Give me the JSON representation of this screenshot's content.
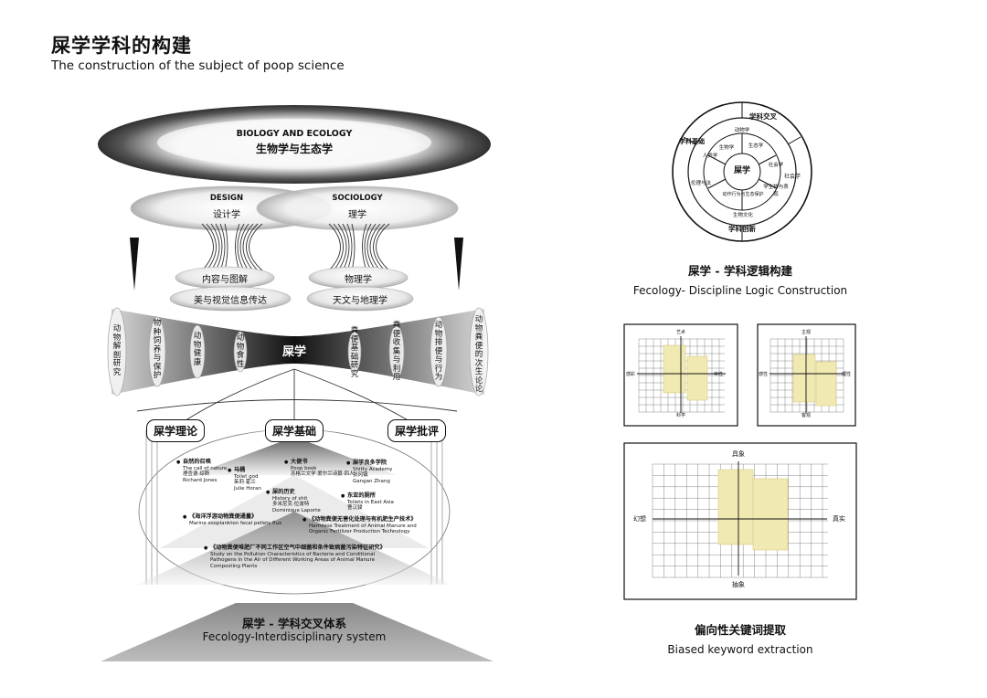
{
  "header": {
    "title_cn": "屎学学科的构建",
    "title_en": "The construction of the subject of poop science"
  },
  "left_diagram": {
    "top_ellipse": {
      "en": "BIOLOGY AND ECOLOGY",
      "cn": "生物学与生态学"
    },
    "design": {
      "en": "DESIGN",
      "cn": "设计学"
    },
    "sociology": {
      "en": "SOCIOLOGY",
      "cn": "理学"
    },
    "design_sub": [
      "内容与图解",
      "美与视觉信息传达"
    ],
    "sociology_sub": [
      "物理学",
      "天文与地理学"
    ],
    "center": "屎学",
    "band_left": [
      "动物解剖研究",
      "物种饲养与保护",
      "动物健康",
      "动物食性"
    ],
    "band_right": [
      "粪便基础研究",
      "粪便收集与利用",
      "动物排便与行为",
      "动物粪便的次生论论"
    ],
    "branches": [
      "屎学理论",
      "屎学基础",
      "屎学批评"
    ],
    "items": [
      {
        "cn": "自然的召唤",
        "en": "The call of nature",
        "sub": "理查德·琼斯",
        "sub_en": "Richard Jones"
      },
      {
        "cn": "马桶",
        "en": "Toilet god",
        "sub": "茱莉·霍兰",
        "sub_en": "Julie Horan"
      },
      {
        "cn": "大便书",
        "en": "Poop book",
        "sub": "苏格兰文学·爱尔兰诗篇·四人",
        "sub_en": ""
      },
      {
        "cn": "屎学良多学院",
        "en": "Shitty Academy",
        "sub": "张冈镇",
        "sub_en": "Gangan Zhang"
      },
      {
        "cn": "屎的历史",
        "en": "History of shit",
        "sub": "多米尼克·拉波特",
        "sub_en": "Dominique Laporte"
      },
      {
        "cn": "东亚的厕所",
        "en": "Toilets in East Asia",
        "sub": "曹汉骏",
        "sub_en": ""
      },
      {
        "cn": "《海洋浮游动物粪便通量》",
        "en": "Marine zooplankton fecal pellets flux",
        "sub": "",
        "sub_en": ""
      },
      {
        "cn": "《动物粪便无害化处理与有机肥生产技术》",
        "en": "Harmless Treatment of Animal Manure and Organic Fertilizer Production Technology",
        "sub": "",
        "sub_en": ""
      },
      {
        "cn": "《动物粪便堆肥厂不同工作区空气中细菌和条件致病菌污染特征研究》",
        "en": "Study on the Pollution Characteristics of Bacteria and Conditional Pathogens in the Air of Different Working Areas of Animal Manure Composting Plants",
        "sub": "",
        "sub_en": ""
      }
    ],
    "bottom_cn": "屎学 - 学科交叉体系",
    "bottom_en": "Fecology-Interdisciplinary system"
  },
  "logic_circle": {
    "center": "屎学",
    "outer": [
      "学科交叉",
      "学科基础",
      "学科创新",
      "社会学"
    ],
    "inner": [
      "动物学",
      "生态学",
      "人类学",
      "生物学",
      "社会学",
      "动作行为与生态保护",
      "生物文化",
      "伦理与法",
      "学生物与表现"
    ],
    "caption_cn": "屎学 - 学科逻辑构建",
    "caption_en": "Fecology- Discipline Logic Construction"
  },
  "small_charts": [
    {
      "top": "艺术",
      "bottom": "科学",
      "left": "感彩",
      "right": "中性"
    },
    {
      "top": "主观",
      "bottom": "客观",
      "left": "感性",
      "right": "理性"
    }
  ],
  "big_chart": {
    "top": "具象",
    "bottom": "抽象",
    "left": "幻想",
    "right": "真实"
  },
  "bias_caption_cn": "偏向性关键词提取",
  "bias_caption_en": "Biased keyword extraction",
  "colors": {
    "note": "#f1e9b2",
    "note_edge": "#d8cc86",
    "grid": "#7a7a7a"
  }
}
